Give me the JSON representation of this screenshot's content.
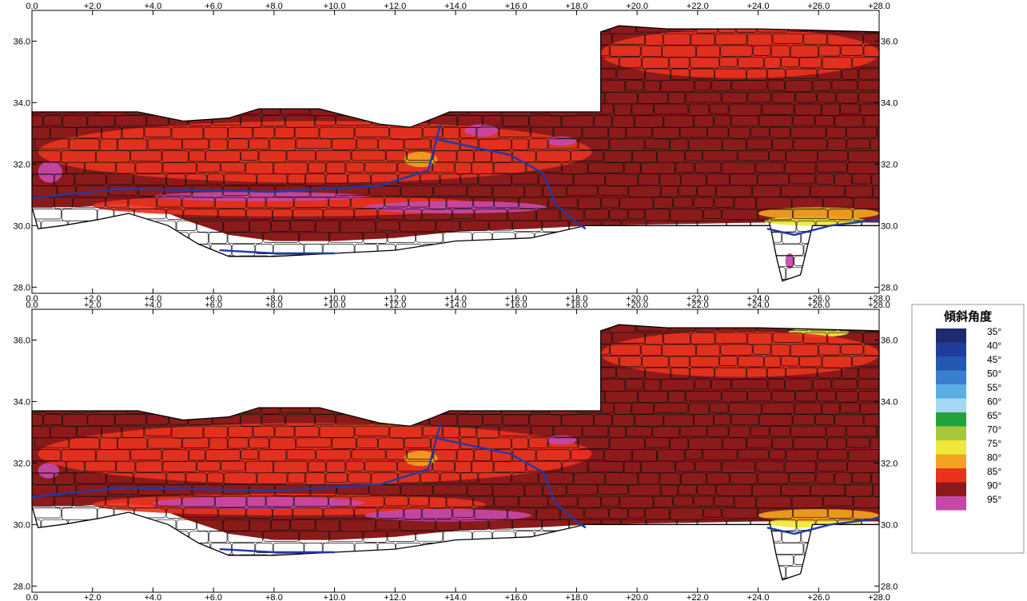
{
  "chart_data": [
    {
      "type": "heatmap",
      "panel": "upper",
      "x_ticks": [
        "0.0",
        "+2.0",
        "+4.0",
        "+6.0",
        "+8.0",
        "+10.0",
        "+12.0",
        "+14.0",
        "+16.0",
        "+18.0",
        "+20.0",
        "+22.0",
        "+24.0",
        "+26.0",
        "+28.0"
      ],
      "y_ticks_left": [
        "36.0",
        "34.0",
        "32.0",
        "30.0",
        "28.0"
      ],
      "y_ticks_right": [
        "36.0",
        "34.0",
        "32.0",
        "30.0",
        "28.0"
      ],
      "xlim": [
        0,
        28
      ],
      "ylim": [
        27.8,
        37.0
      ],
      "dominant_value_deg": 90,
      "colored_regions": [
        {
          "value": 85,
          "x": [
            0.2,
            18.5
          ],
          "y": [
            31.4,
            33.4
          ]
        },
        {
          "value": 85,
          "x": [
            2.0,
            15.0
          ],
          "y": [
            30.3,
            31.0
          ]
        },
        {
          "value": 95,
          "x": [
            0.2,
            1.0
          ],
          "y": [
            31.4,
            32.1
          ]
        },
        {
          "value": 95,
          "x": [
            4.0,
            11.0
          ],
          "y": [
            30.8,
            31.1
          ]
        },
        {
          "value": 95,
          "x": [
            11.0,
            17.0
          ],
          "y": [
            30.4,
            30.8
          ]
        },
        {
          "value": 95,
          "x": [
            14.3,
            15.4
          ],
          "y": [
            32.9,
            33.3
          ]
        },
        {
          "value": 95,
          "x": [
            17.0,
            18.0
          ],
          "y": [
            32.6,
            32.9
          ]
        },
        {
          "value": 95,
          "x": [
            24.9,
            25.2
          ],
          "y": [
            28.6,
            29.1
          ]
        },
        {
          "value": 80,
          "x": [
            12.3,
            13.4
          ],
          "y": [
            31.9,
            32.4
          ]
        },
        {
          "value": 75,
          "x": [
            24.2,
            27.6
          ],
          "y": [
            30.0,
            30.3
          ]
        },
        {
          "value": 80,
          "x": [
            24.0,
            28.0
          ],
          "y": [
            30.2,
            30.6
          ]
        },
        {
          "value": 85,
          "x": [
            18.8,
            28.0
          ],
          "y": [
            34.8,
            36.4
          ]
        }
      ]
    },
    {
      "type": "heatmap",
      "panel": "lower",
      "x_ticks": [
        "0.0",
        "+2.0",
        "+4.0",
        "+6.0",
        "+8.0",
        "+10.0",
        "+12.0",
        "+14.0",
        "+16.0",
        "+18.0",
        "+20.0",
        "+22.0",
        "+24.0",
        "+26.0",
        "+28.0"
      ],
      "y_ticks_left": [
        "36.0",
        "34.0",
        "32.0",
        "30.0",
        "28.0"
      ],
      "y_ticks_right": [
        "36.0",
        "34.0",
        "32.0",
        "30.0",
        "28.0"
      ],
      "xlim": [
        0,
        28
      ],
      "ylim": [
        27.8,
        37.0
      ],
      "dominant_value_deg": 90,
      "colored_regions": [
        {
          "value": 85,
          "x": [
            0.2,
            18.5
          ],
          "y": [
            31.3,
            33.3
          ]
        },
        {
          "value": 85,
          "x": [
            2.0,
            15.0
          ],
          "y": [
            30.3,
            31.0
          ]
        },
        {
          "value": 95,
          "x": [
            0.2,
            0.9
          ],
          "y": [
            31.5,
            32.0
          ]
        },
        {
          "value": 95,
          "x": [
            4.0,
            11.0
          ],
          "y": [
            30.5,
            30.9
          ]
        },
        {
          "value": 95,
          "x": [
            11.0,
            16.5
          ],
          "y": [
            30.1,
            30.5
          ]
        },
        {
          "value": 95,
          "x": [
            17.0,
            18.0
          ],
          "y": [
            32.6,
            32.9
          ]
        },
        {
          "value": 80,
          "x": [
            12.3,
            13.4
          ],
          "y": [
            31.9,
            32.4
          ]
        },
        {
          "value": 75,
          "x": [
            24.3,
            27.4
          ],
          "y": [
            29.9,
            30.2
          ]
        },
        {
          "value": 80,
          "x": [
            24.0,
            28.0
          ],
          "y": [
            30.1,
            30.5
          ]
        },
        {
          "value": 75,
          "x": [
            25.0,
            27.0
          ],
          "y": [
            36.1,
            36.4
          ]
        },
        {
          "value": 85,
          "x": [
            18.8,
            28.0
          ],
          "y": [
            34.8,
            36.3
          ]
        }
      ]
    }
  ],
  "legend": {
    "title": "傾斜角度",
    "items": [
      {
        "label": "35°",
        "color": "#1d2a6e"
      },
      {
        "label": "40°",
        "color": "#1e3d99"
      },
      {
        "label": "45°",
        "color": "#2357b0"
      },
      {
        "label": "50°",
        "color": "#3a7ecf"
      },
      {
        "label": "55°",
        "color": "#5aaee6"
      },
      {
        "label": "60°",
        "color": "#a6d8f2"
      },
      {
        "label": "65°",
        "color": "#23a23c"
      },
      {
        "label": "70°",
        "color": "#a8c83c"
      },
      {
        "label": "75°",
        "color": "#efe83a"
      },
      {
        "label": "80°",
        "color": "#f2a21e"
      },
      {
        "label": "85°",
        "color": "#e8321e"
      },
      {
        "label": "90°",
        "color": "#8b1a1a"
      },
      {
        "label": "95°",
        "color": "#c548a8"
      }
    ]
  },
  "colors": {
    "boundary_line": "#1f3aa8",
    "stone_outline": "#111111"
  }
}
